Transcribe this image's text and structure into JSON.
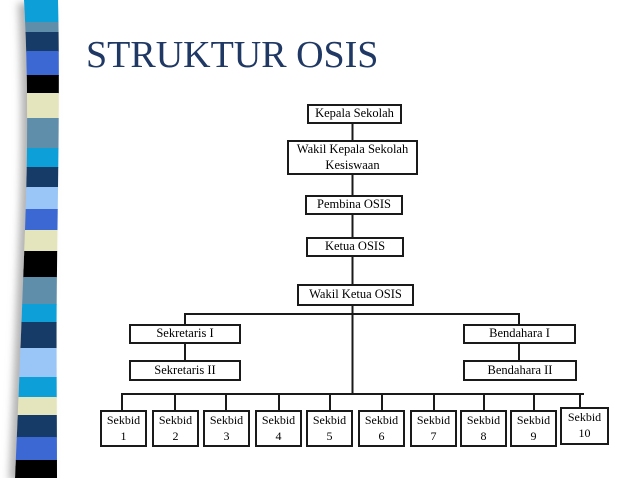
{
  "slide": {
    "title": "STRUKTUR OSIS",
    "title_color": "#1F3864",
    "background_color": "#FFFFFF"
  },
  "ribbon": {
    "stripes": [
      {
        "color": "#0E9FD8",
        "h": 22
      },
      {
        "color": "#5E8EAB",
        "h": 10
      },
      {
        "color": "#123A66",
        "h": 19
      },
      {
        "color": "#3A68D2",
        "h": 24
      },
      {
        "color": "#000000",
        "h": 18
      },
      {
        "color": "#E5E5BD",
        "h": 25
      },
      {
        "color": "#5E8EAB",
        "h": 30
      },
      {
        "color": "#0E9FD8",
        "h": 19
      },
      {
        "color": "#123A66",
        "h": 20
      },
      {
        "color": "#9AC6F7",
        "h": 22
      },
      {
        "color": "#3A68D2",
        "h": 21
      },
      {
        "color": "#E5E5BD",
        "h": 21
      },
      {
        "color": "#000000",
        "h": 26
      },
      {
        "color": "#5E8EAB",
        "h": 27
      },
      {
        "color": "#0E9FD8",
        "h": 18
      },
      {
        "color": "#123A66",
        "h": 26
      },
      {
        "color": "#9AC6F7",
        "h": 29
      },
      {
        "color": "#0E9FD8",
        "h": 20
      },
      {
        "color": "#E5E5BD",
        "h": 18
      },
      {
        "color": "#123A66",
        "h": 22
      },
      {
        "color": "#3A68D2",
        "h": 23
      },
      {
        "color": "#000000",
        "h": 18
      }
    ]
  },
  "org_chart": {
    "nodes": {
      "kepala_sekolah": "Kepala Sekolah",
      "wakil_kepala_sekolah": "Wakil Kepala Sekolah Kesiswaan",
      "pembina_osis": "Pembina OSIS",
      "ketua_osis": "Ketua OSIS",
      "wakil_ketua_osis": "Wakil Ketua OSIS",
      "sekretaris_1": "Sekretaris I",
      "sekretaris_2": "Sekretaris II",
      "bendahara_1": "Bendahara I",
      "bendahara_2": "Bendahara II"
    },
    "sekbid": {
      "label": "Sekbid",
      "numbers": [
        "1",
        "2",
        "3",
        "4",
        "5",
        "6",
        "7",
        "8",
        "9",
        "10"
      ]
    },
    "line_color": "#1a1a1a"
  }
}
